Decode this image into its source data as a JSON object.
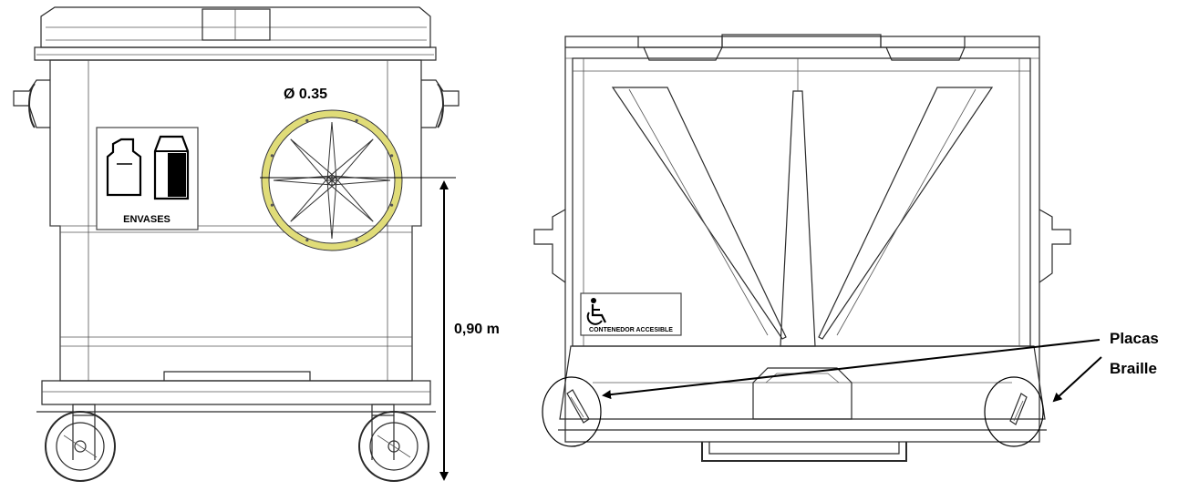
{
  "front_view": {
    "diameter_label": "Ø 0.35",
    "height_label": "0,90 m",
    "sticker_text": "ENVASES"
  },
  "rear_view": {
    "accessible_text": "CONTENEDOR ACCESIBLE",
    "braille_label_line1": "Placas",
    "braille_label_line2": "Braille"
  },
  "colors": {
    "lid_ring": "#e0dc78",
    "line": "#2a2a2a"
  }
}
